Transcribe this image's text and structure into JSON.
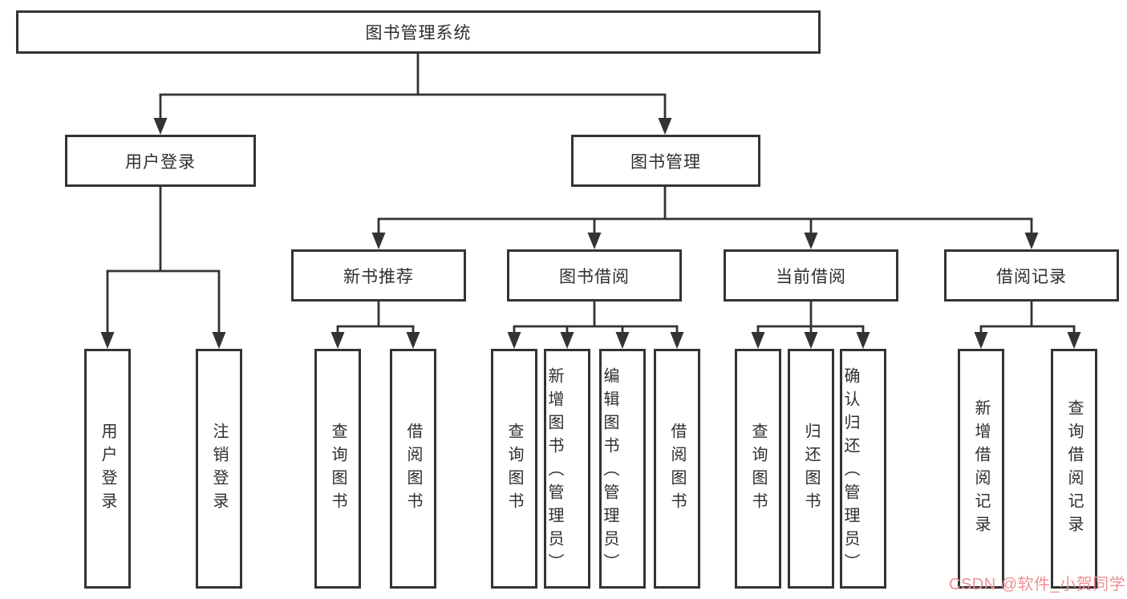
{
  "nodes": {
    "root": "图书管理系统",
    "user_login": "用户登录",
    "book_management": "图书管理",
    "new_book_recommend": "新书推荐",
    "book_borrow": "图书借阅",
    "current_borrow": "当前借阅",
    "borrow_record": "借阅记录",
    "ul_login": "用户登录",
    "ul_logout": "注销登录",
    "nb_query": "查询图书",
    "nb_borrow": "借阅图书",
    "bb_query": "查询图书",
    "bb_add": "新增图书（管理员）",
    "bb_edit": "编辑图书（管理员）",
    "bb_borrow": "借阅图书",
    "cb_query": "查询图书",
    "cb_return": "归还图书",
    "cb_confirm": "确认归还（管理员）",
    "br_add": "新增借阅记录",
    "br_query": "查询借阅记录"
  },
  "watermark": {
    "text": "CSDN @软件_小贺同学",
    "color": "#ee9094"
  },
  "colors": {
    "line": "#333333",
    "box_border": "#333333",
    "text": "#2e2e2e",
    "background": "#ffffff"
  }
}
